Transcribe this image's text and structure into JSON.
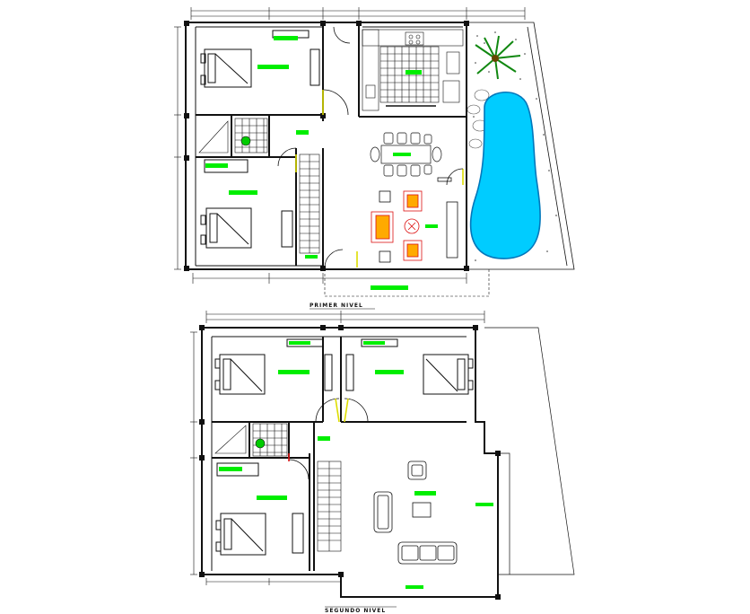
{
  "levels": [
    {
      "id": "first",
      "label": "PRIMER NIVEL"
    },
    {
      "id": "second",
      "label": "SEGUNDO NIVEL"
    }
  ],
  "colors": {
    "wall": "#111111",
    "label_fill": "#00ee00",
    "pool_water": "#00ccff",
    "pool_edge": "#0077bb",
    "furniture_red": "#dd1111",
    "cushion_orange": "#ffaa00",
    "door_swing": "#dddd00",
    "palm": "#118811",
    "section_line": "#6b4bb0"
  },
  "icons": [
    "bed-icon",
    "palm-tree-icon",
    "sofa-icon",
    "dining-table-icon",
    "stair-icon",
    "door-icon",
    "pool-icon"
  ]
}
